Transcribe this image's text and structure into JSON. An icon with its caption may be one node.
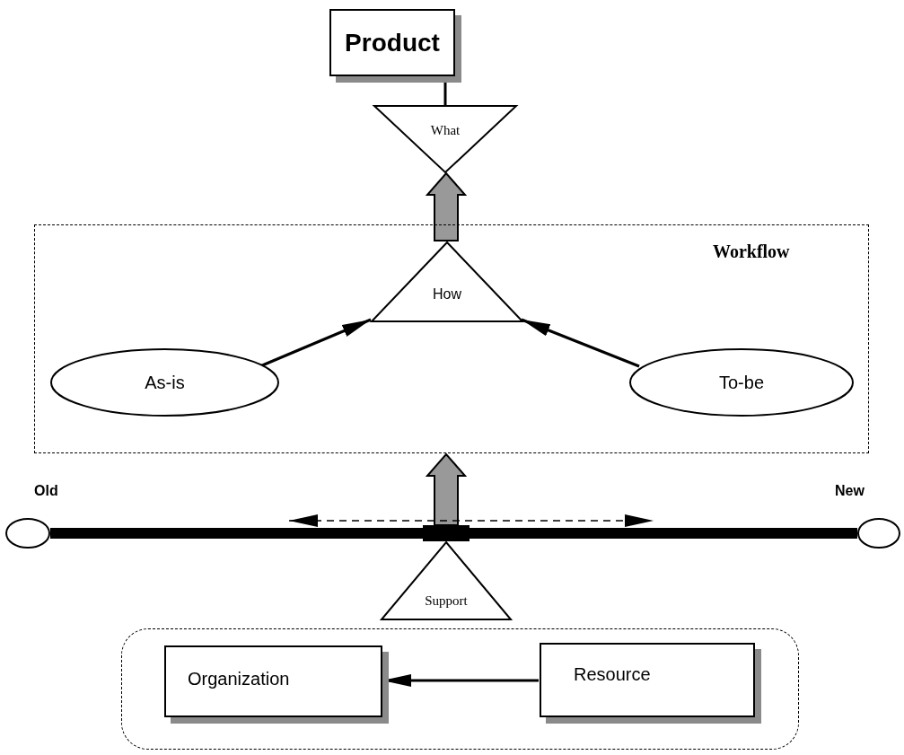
{
  "diagram": {
    "nodes": [
      {
        "text": [
          "Product"
        ]
      },
      {
        "text": [
          "What"
        ]
      },
      {
        "text": [
          "Workflow"
        ]
      },
      {
        "text": [
          "How"
        ],
        "in": 2
      },
      {
        "text": [
          "As-is"
        ],
        "in": 2
      },
      {
        "text": [
          "To-be"
        ],
        "in": 2
      },
      {
        "text": [],
        "shape": "circle",
        "beside": [
          "Old"
        ]
      },
      {
        "text": [],
        "shape": "circle",
        "beside": [
          "New"
        ]
      },
      {
        "text": [
          "Support"
        ]
      },
      {
        "text": [],
        "shape": "box"
      },
      {
        "text": [
          "Organization"
        ],
        "in": 9
      },
      {
        "text": [
          "Resource"
        ],
        "in": 9
      }
    ],
    "edges": [
      {
        "from": 1,
        "to": 0,
        "arrow": "none"
      },
      {
        "from": 3,
        "to": 1,
        "arrow": "to",
        "style": "thick",
        "color": "#999999"
      },
      {
        "from": 4,
        "to": 3,
        "arrow": "to"
      },
      {
        "from": 5,
        "to": 3,
        "arrow": "to"
      },
      {
        "from": 6,
        "to": 7,
        "arrow": "none",
        "style": "thick"
      },
      {
        "from": null,
        "to": 2,
        "arrow": "to",
        "style": "thick",
        "color": "#999999"
      },
      {
        "from": 11,
        "to": 10,
        "arrow": "to"
      }
    ]
  }
}
